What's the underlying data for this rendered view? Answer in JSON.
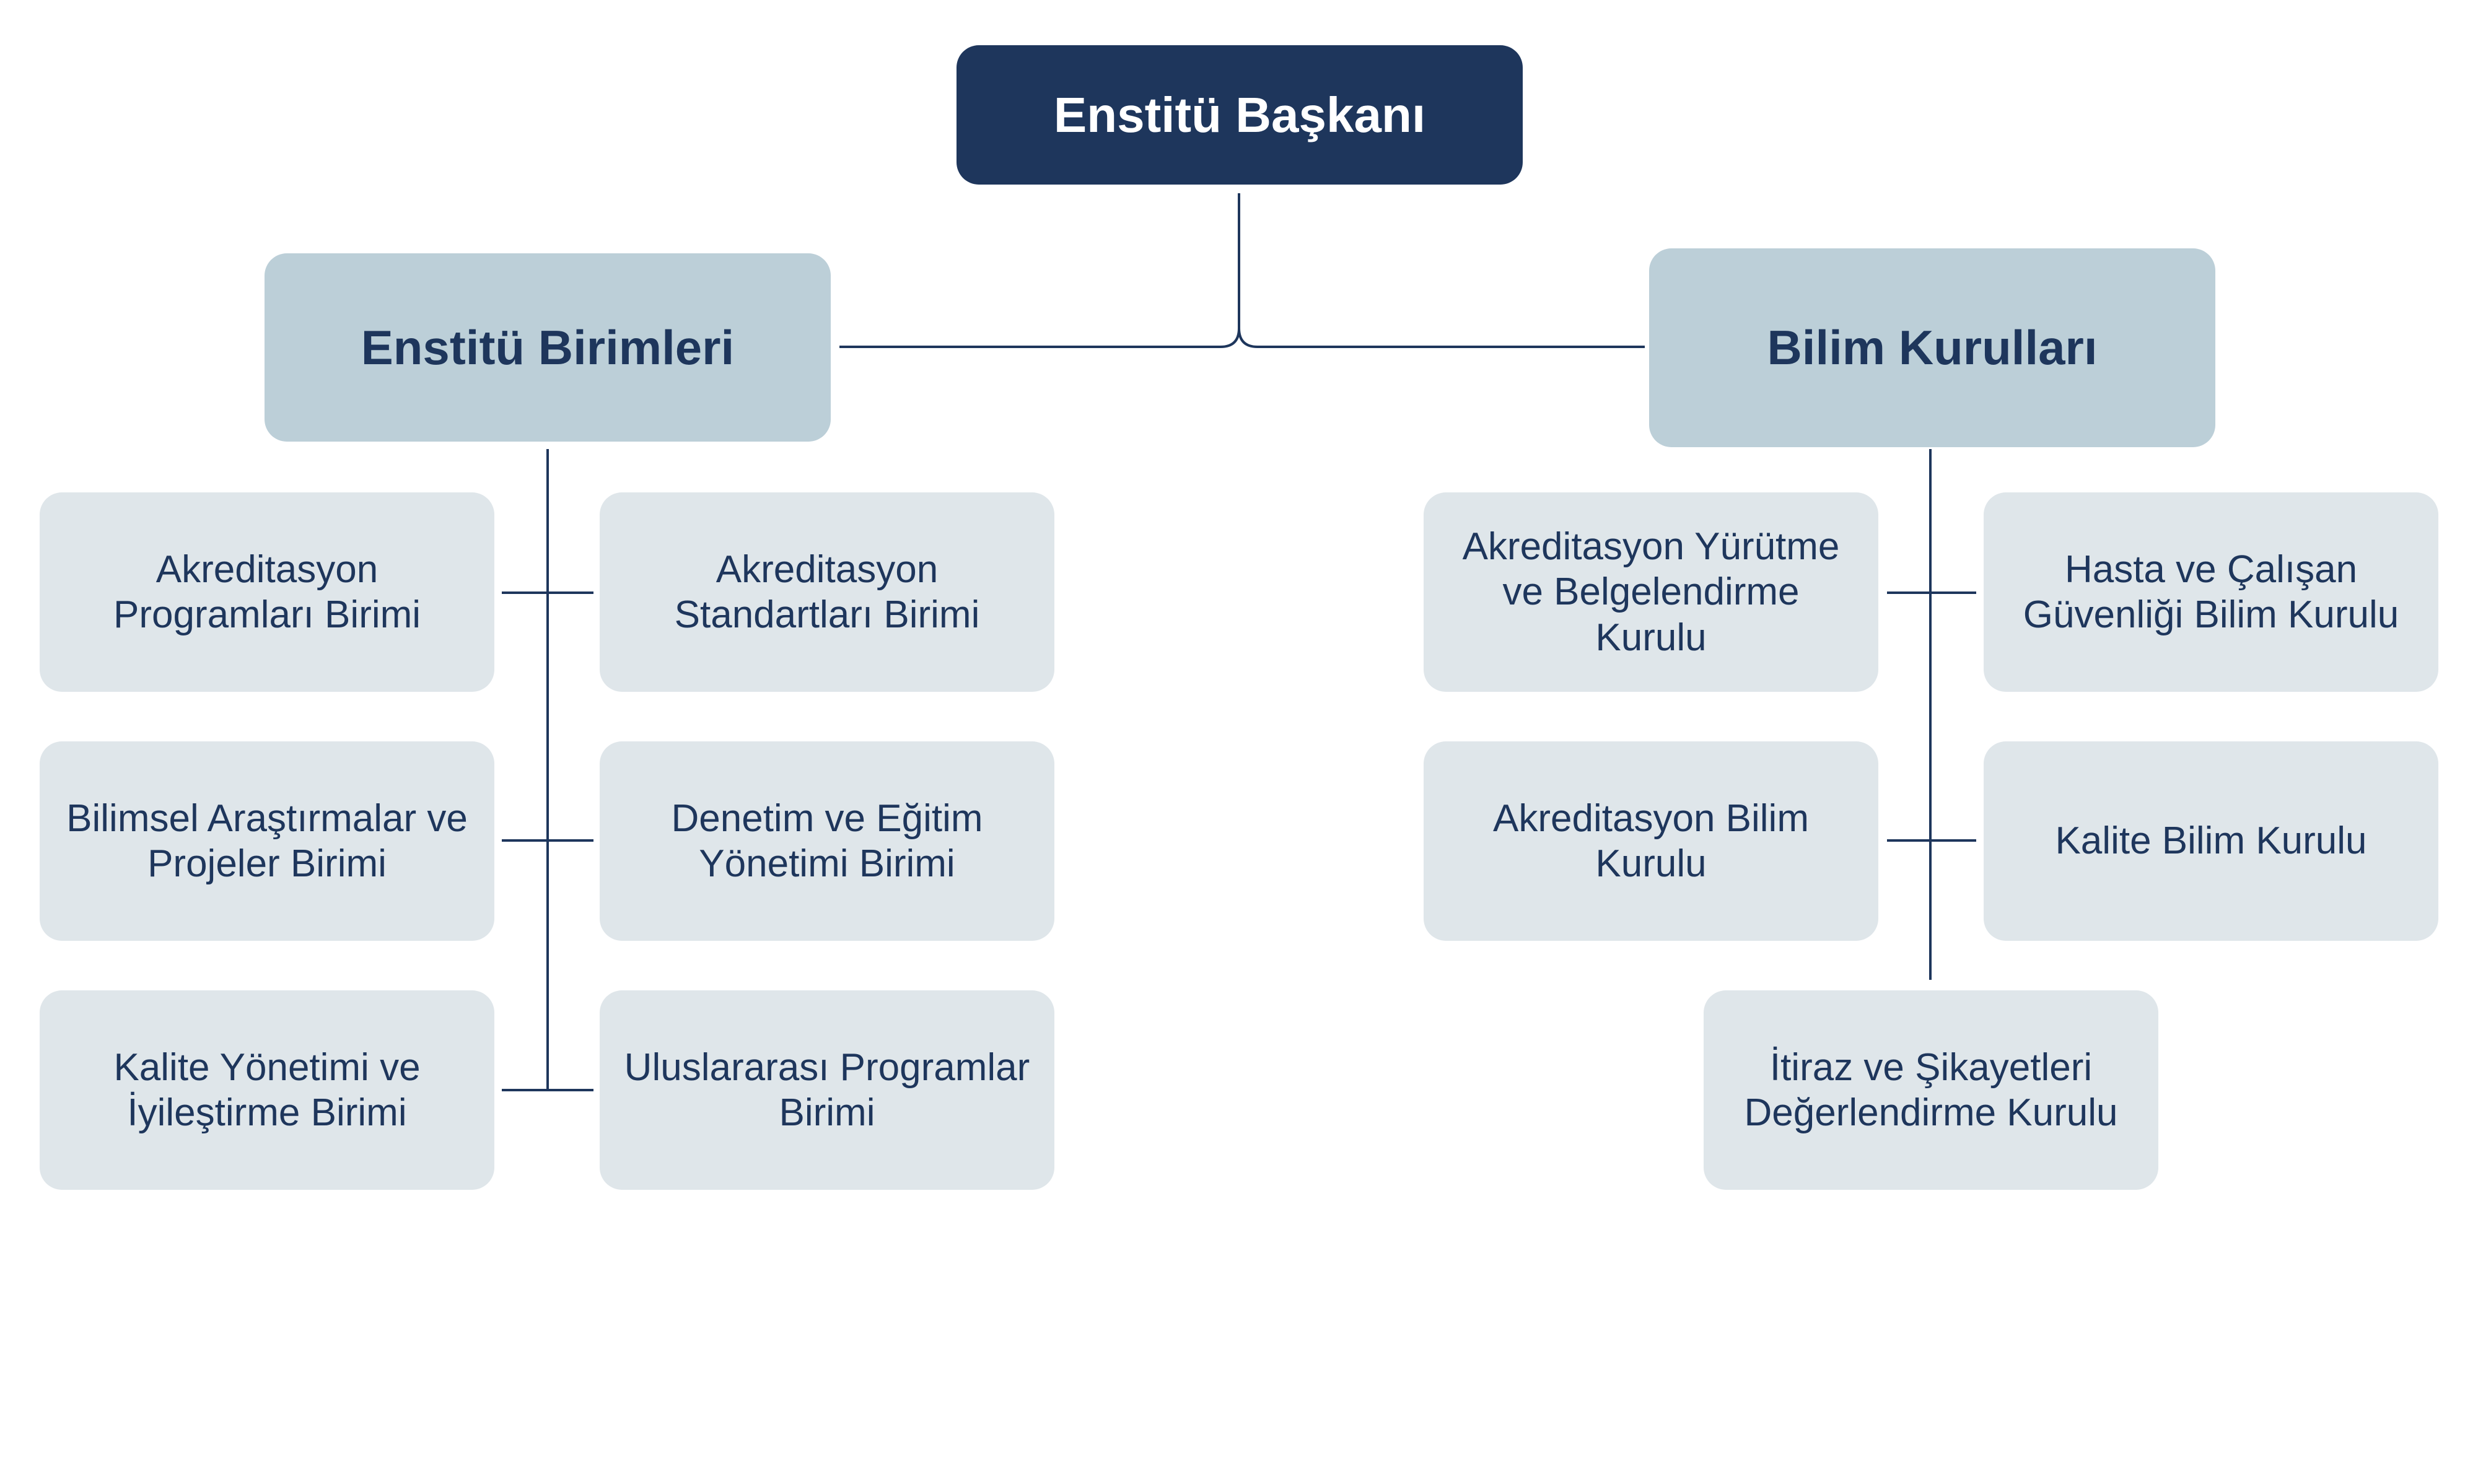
{
  "root": {
    "label": "Enstitü Başkanı"
  },
  "groups": {
    "units": {
      "label": "Enstitü Birimleri",
      "items": [
        "Akreditasyon\nProgramları Birimi",
        "Akreditasyon\nStandartları Birimi",
        "Bilimsel Araştırmalar ve\nProjeler Birimi",
        "Denetim ve Eğitim\nYönetimi Birimi",
        "Kalite Yönetimi ve\nİyileştirme Birimi",
        "Uluslararası Programlar\nBirimi"
      ]
    },
    "boards": {
      "label": "Bilim Kurulları",
      "items": [
        "Akreditasyon Yürütme\nve Belgelendirme Kurulu",
        "Hasta ve Çalışan\nGüvenliği Bilim Kurulu",
        "Akreditasyon Bilim\nKurulu",
        "Kalite Bilim Kurulu",
        "İtiraz ve Şikayetleri\nDeğerlendirme Kurulu"
      ]
    }
  },
  "colors": {
    "root_fill": "#1e365c",
    "group_fill": "#bccfd8",
    "leaf_fill": "#dfe6ea",
    "text": "#1e365c",
    "line": "#1e365c"
  }
}
